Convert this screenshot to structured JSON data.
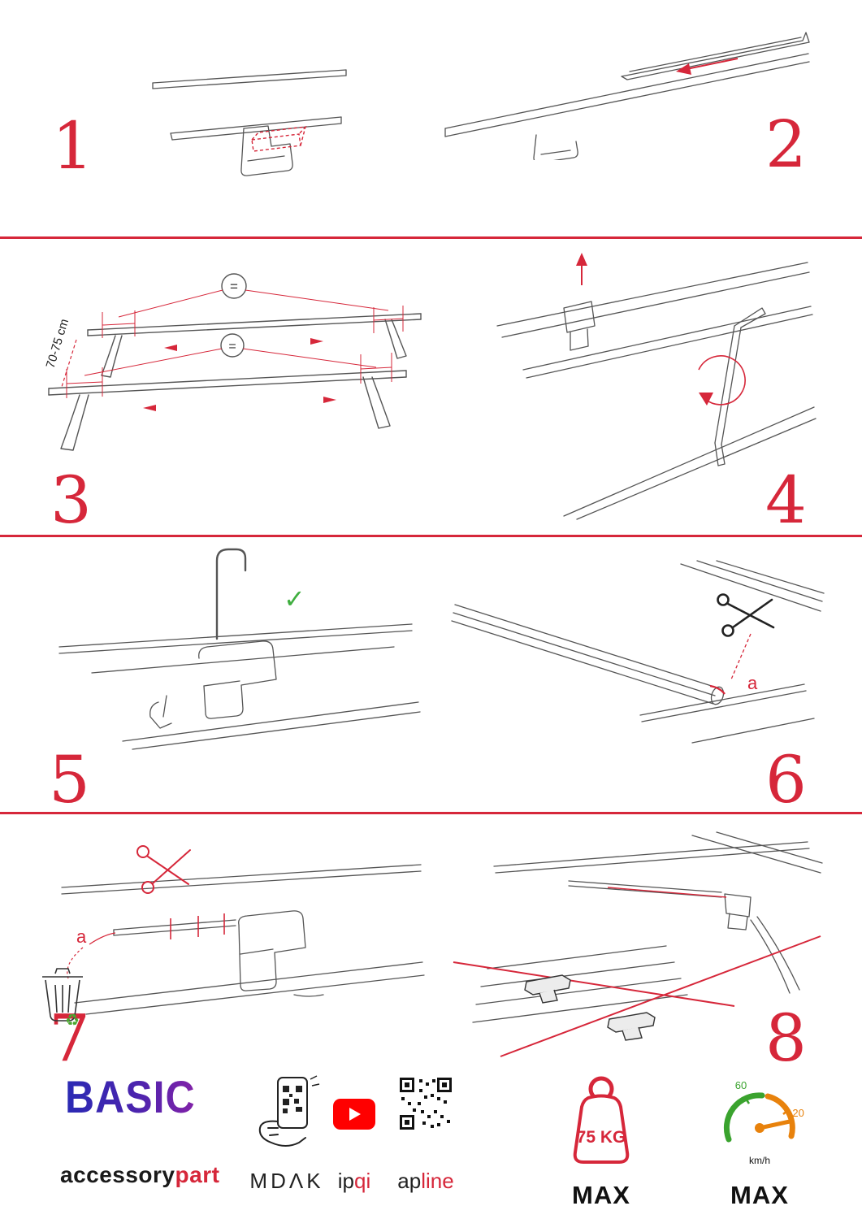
{
  "page": {
    "bg": "#ffffff",
    "accent": "#d6273a"
  },
  "steps": {
    "s1": "1",
    "s2": "2",
    "s3": "3",
    "s4": "4",
    "s5": "5",
    "s6": "6",
    "s7": "7",
    "s8": "8"
  },
  "step3": {
    "distance_label": "70-75 cm",
    "equal_top": "=",
    "equal_bottom": "="
  },
  "step5": {
    "check": "✓"
  },
  "step6": {
    "label_a": "a"
  },
  "step7": {
    "label_a": "a",
    "recycle_icon": "♻"
  },
  "footer": {
    "brand": "BASIC",
    "brand_sub_1": "accessory",
    "brand_sub_2": "part",
    "logo_mdak": "MDΛK",
    "logo_ipqi_1": "ip",
    "logo_ipqi_2": "qi",
    "logo_apline_1": "ap",
    "logo_apline_2": "line",
    "weight_value": "75 KG",
    "weight_max": "MAX",
    "speed_60": "60",
    "speed_120": "120",
    "speed_unit": "km/h",
    "speed_max": "MAX"
  }
}
